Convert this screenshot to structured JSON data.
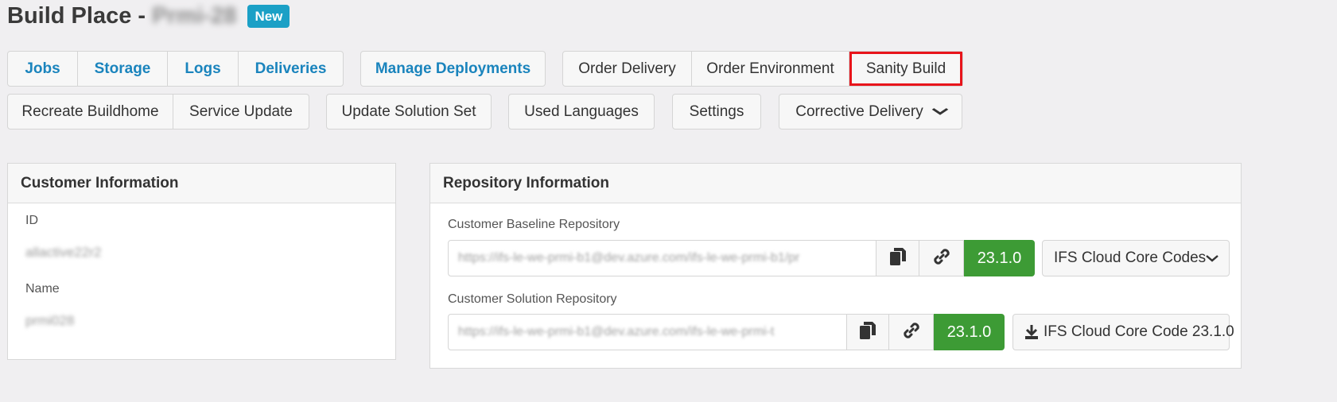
{
  "header": {
    "title": "Build Place -",
    "project_name": "Prmi-28",
    "badge": "New"
  },
  "toolbar": {
    "group1": [
      "Jobs",
      "Storage",
      "Logs",
      "Deliveries"
    ],
    "manage_deployments": "Manage Deployments",
    "group3": [
      "Order Delivery",
      "Order Environment",
      "Sanity Build"
    ],
    "group4": [
      "Recreate Buildhome",
      "Service Update"
    ],
    "update_solution_set": "Update Solution Set",
    "used_languages": "Used Languages",
    "settings": "Settings",
    "corrective_delivery": "Corrective Delivery"
  },
  "customer": {
    "heading": "Customer Information",
    "id_label": "ID",
    "id_value": "allactive22r2",
    "name_label": "Name",
    "name_value": "prmi028"
  },
  "repository": {
    "heading": "Repository Information",
    "baseline_label": "Customer Baseline Repository",
    "baseline_url": "https://ifs-le-we-prmi-b1@dev.azure.com/ifs-le-we-prmi-b1/pr",
    "baseline_version": "23.1.0",
    "baseline_dropdown": "IFS Cloud Core Codes",
    "solution_label": "Customer Solution Repository",
    "solution_url": "https://ifs-le-we-prmi-b1@dev.azure.com/ifs-le-we-prmi-t",
    "solution_version": "23.1.0",
    "solution_download": "IFS Cloud Core Code 23.1.0"
  },
  "icons": [
    "copy-icon",
    "link-icon",
    "chevron-down-icon",
    "download-icon"
  ],
  "colors": {
    "accent": "#1a84bd",
    "badge": "#1ba0c6",
    "version": "#3d9b35",
    "highlight": "#e8141b"
  }
}
